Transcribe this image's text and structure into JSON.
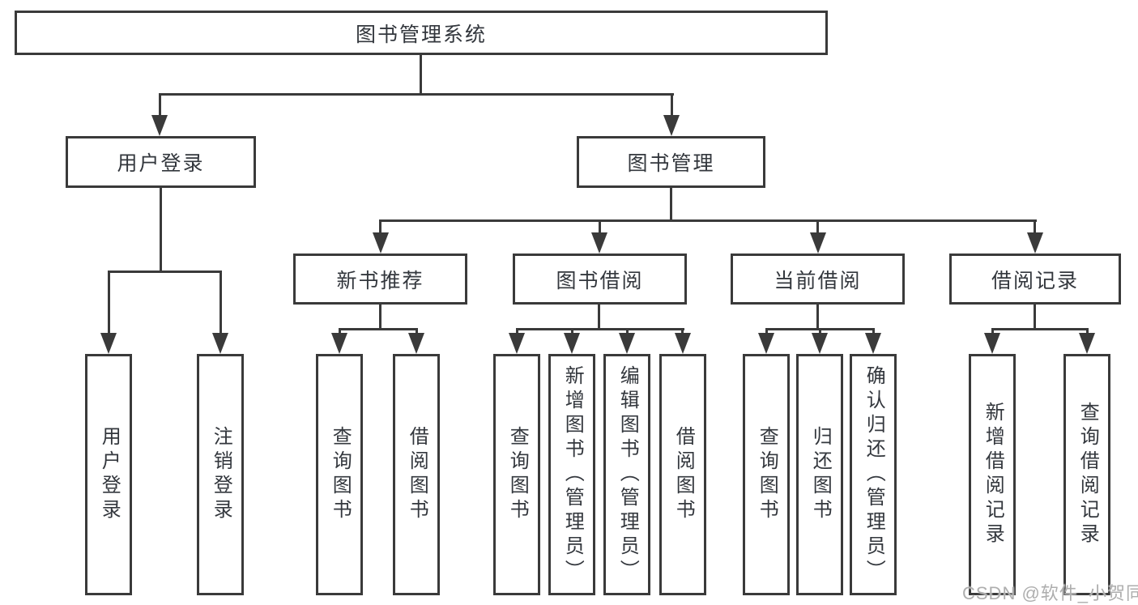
{
  "colors": {
    "line": "#3a3a3a",
    "text": "#33373d",
    "background": "#ffffff",
    "watermark": "#aeaeae"
  },
  "nodes": {
    "root": {
      "label": "图书管理系统"
    },
    "user_login": {
      "label": "用户登录"
    },
    "book_mgmt": {
      "label": "图书管理"
    },
    "new_book_rec": {
      "label": "新书推荐"
    },
    "book_borrow": {
      "label": "图书借阅"
    },
    "current_borrow": {
      "label": "当前借阅"
    },
    "borrow_records": {
      "label": "借阅记录"
    },
    "leaf_user_login": {
      "label": "用户登录"
    },
    "leaf_logout": {
      "label": "注销登录"
    },
    "leaf_nb_query": {
      "label": "查询图书"
    },
    "leaf_nb_borrow": {
      "label": "借阅图书"
    },
    "leaf_bb_query": {
      "label": "查询图书"
    },
    "leaf_bb_add": {
      "label": "新增图书（管理员）"
    },
    "leaf_bb_edit": {
      "label": "编辑图书（管理员）"
    },
    "leaf_bb_borrow": {
      "label": "借阅图书"
    },
    "leaf_cb_query": {
      "label": "查询图书"
    },
    "leaf_cb_return": {
      "label": "归还图书"
    },
    "leaf_cb_confirm": {
      "label": "确认归还（管理员）"
    },
    "leaf_br_add": {
      "label": "新增借阅记录"
    },
    "leaf_br_query": {
      "label": "查询借阅记录"
    }
  },
  "structure": {
    "图书管理系统": {
      "用户登录": [
        "用户登录",
        "注销登录"
      ],
      "图书管理": {
        "新书推荐": [
          "查询图书",
          "借阅图书"
        ],
        "图书借阅": [
          "查询图书",
          "新增图书（管理员）",
          "编辑图书（管理员）",
          "借阅图书"
        ],
        "当前借阅": [
          "查询图书",
          "归还图书",
          "确认归还（管理员）"
        ],
        "借阅记录": [
          "新增借阅记录",
          "查询借阅记录"
        ]
      }
    }
  },
  "watermark": {
    "text": "CSDN @软件_小贺同学"
  }
}
